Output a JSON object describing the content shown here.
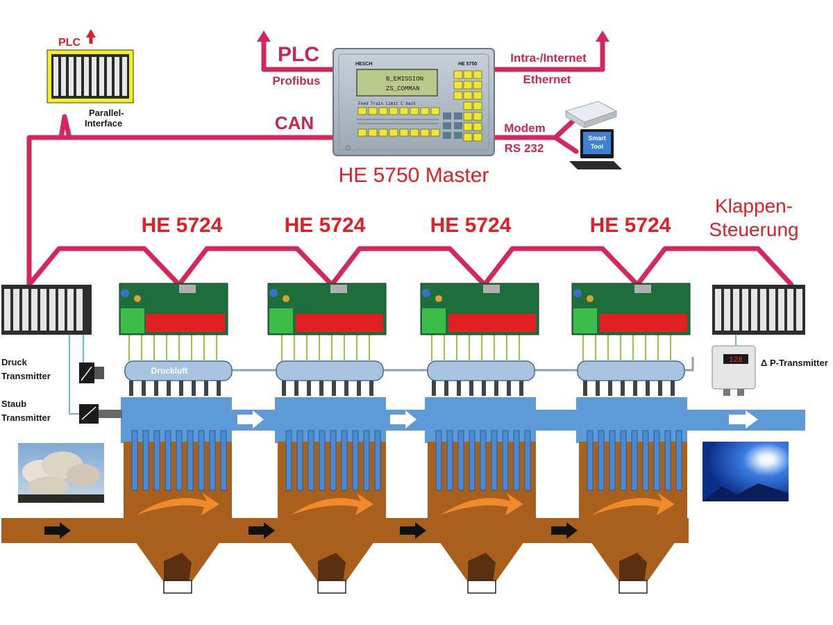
{
  "colors": {
    "bus": "#d4285a",
    "heading_red": "#e01e24",
    "duct_blue": "#5e9ad8",
    "hopper_brown": "#a8601c",
    "pcb_green": "#1e6e3c",
    "terminal_red": "#e02020",
    "panel_grey": "#b8c2cc",
    "keypad_yellow": "#f0e830"
  },
  "top": {
    "plc_left": "PLC",
    "parallel_interface": "Parallel-\nInterface",
    "plc_profibus": "PLC",
    "profibus": "Profibus",
    "can": "CAN",
    "intranet": "Intra-/Internet",
    "ethernet": "Ethernet",
    "modem": "Modem",
    "rs232": "RS 232",
    "smart_tool": "Smart Tool",
    "master_caption": "HE 5750 Master"
  },
  "panel": {
    "brand": "HESCH",
    "model": "HE 5750",
    "lcd_line1": "B_EMISSION",
    "lcd_line2": "ZS_COMMAN",
    "softkeys": "Feed Train Limit C back"
  },
  "modules": {
    "labels": [
      "HE 5724",
      "HE 5724",
      "HE 5724",
      "HE 5724"
    ],
    "klappen_line1": "Klappen-",
    "klappen_line2": "Steuerung"
  },
  "sensors": {
    "druck_line1": "Druck",
    "druck_line2": "Transmitter",
    "staub_line1": "Staub",
    "staub_line2": "Transmitter",
    "dp_transmitter": "Δ P-Transmitter",
    "dp_display": "128",
    "druckluft": "Druckluft"
  },
  "icons": {
    "arrow_up": "arrow-up-icon",
    "flow_arrow": "flow-arrow-icon",
    "smoke_photo": "smoke-stacks-image",
    "sky_photo": "clean-sky-image"
  }
}
